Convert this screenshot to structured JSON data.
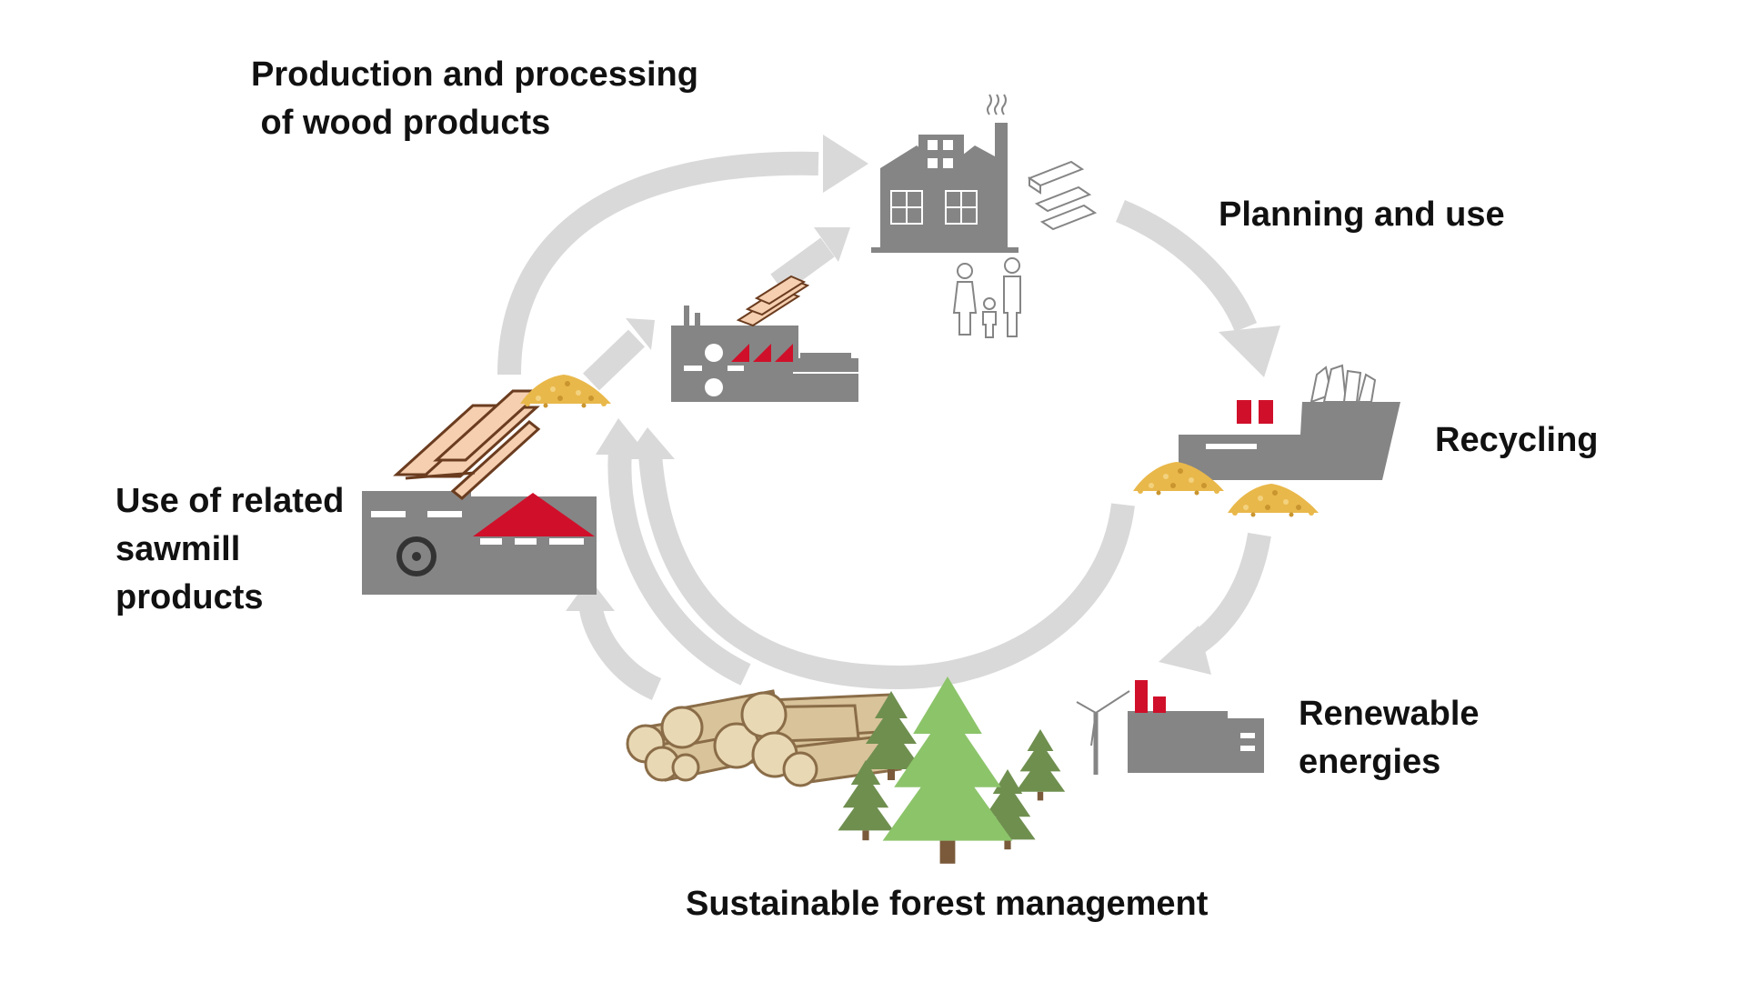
{
  "labels": {
    "production": [
      "Production and processing",
      " of wood products"
    ],
    "planning": [
      "Planning and use"
    ],
    "recycling": [
      "Recycling"
    ],
    "sawmill": [
      "Use of related",
      "sawmill",
      "products"
    ],
    "renewable": [
      "Renewable",
      "energies"
    ],
    "forest": [
      "Sustainable forest management"
    ]
  },
  "colors": {
    "arrow": "#d9d9d9",
    "building": "#858585",
    "accent_red": "#d0102a",
    "wood_fill": "#f5cfb0",
    "wood_stroke": "#6b3c1f",
    "sawdust": "#e9b84a",
    "tree_dark": "#6f8f4f",
    "tree_light": "#8cc46a",
    "log": "#d9c39a"
  },
  "icons": [
    "factory-icon",
    "lumber-stack-icon",
    "family-icon",
    "sawmill-factory-icon",
    "recycling-plant-icon",
    "sawdust-pile-icon",
    "power-plant-icon",
    "wind-turbine-icon",
    "sawmill-icon",
    "saw-blade-icon",
    "log-pile-icon",
    "forest-icon"
  ]
}
